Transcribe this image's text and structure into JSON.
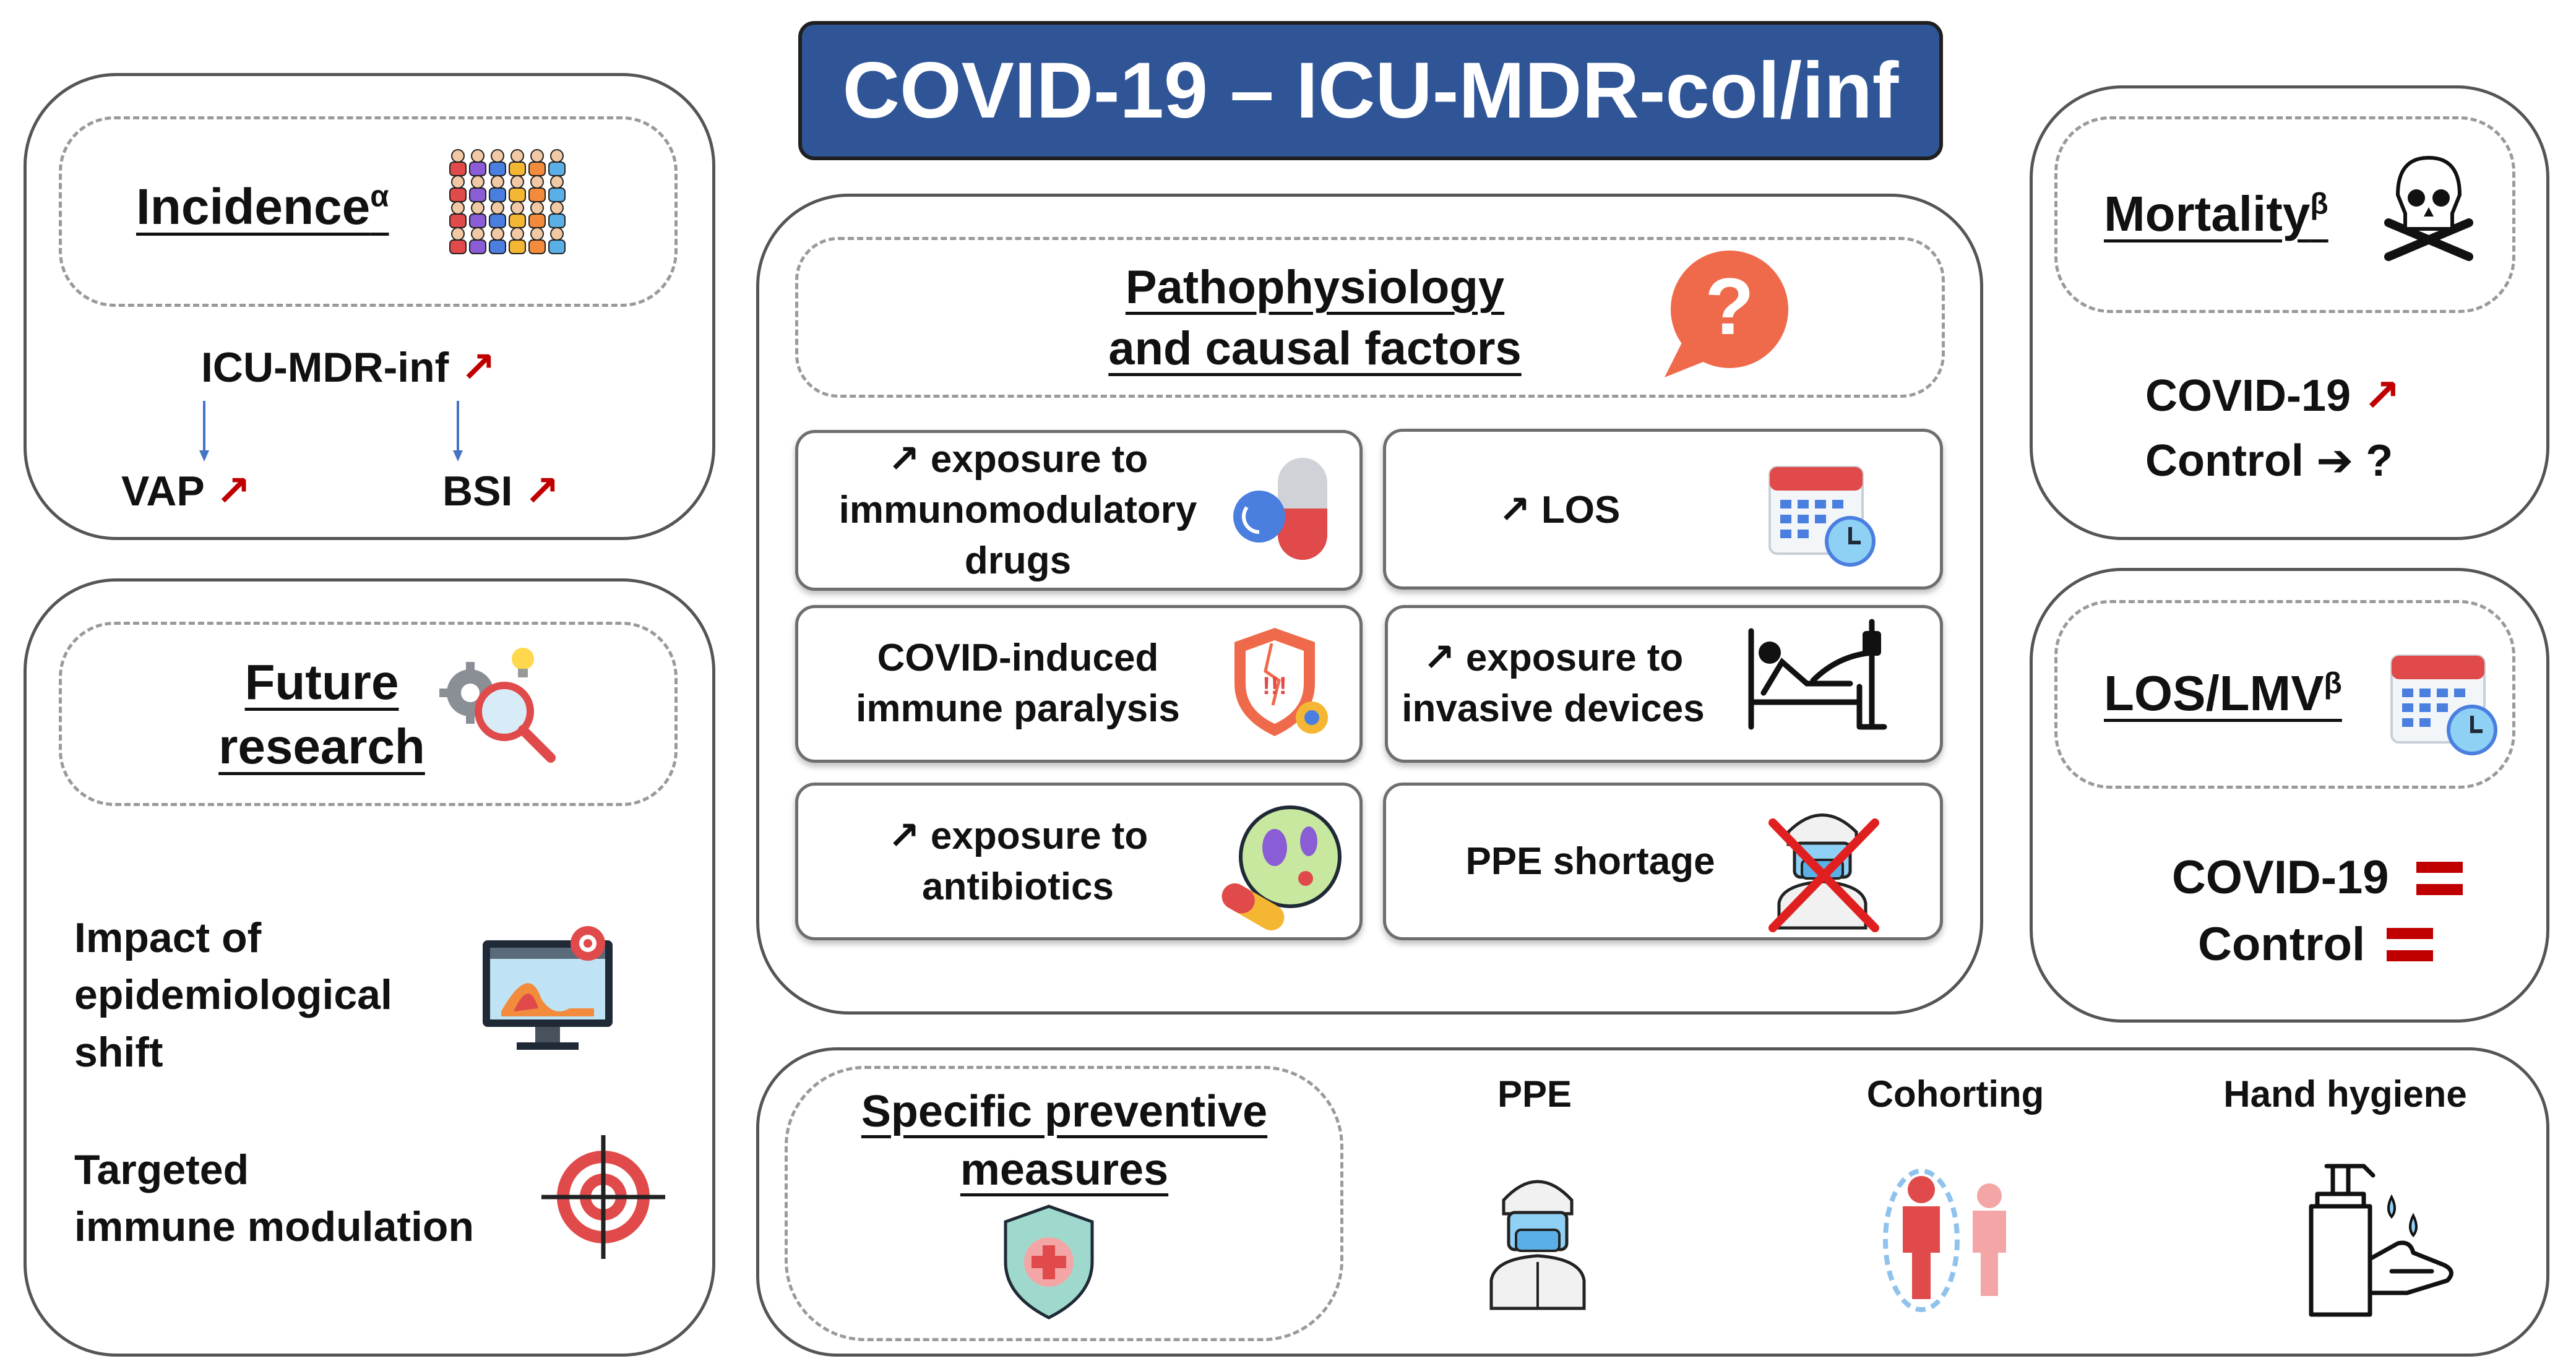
{
  "header": {
    "title": "COVID-19 – ICU-MDR-col/inf"
  },
  "incidence": {
    "title": "Incidence",
    "sup": "α",
    "main_label": "ICU-MDR-inf",
    "vap_label": "VAP",
    "bsi_label": "BSI"
  },
  "future_research": {
    "title_line1": "Future",
    "title_line2": "research",
    "item1_line1": "Impact of",
    "item1_line2": "epidemiological",
    "item1_line3": "shift",
    "item2_line1": "Targeted",
    "item2_line2": "immune modulation"
  },
  "pathophysiology": {
    "title_line1": "Pathophysiology",
    "title_line2": "and causal factors",
    "cards": [
      {
        "lines": [
          "↗ exposure to",
          "immunomodulatory",
          "drugs"
        ],
        "icon": "pill-icon"
      },
      {
        "lines": [
          "↗ LOS"
        ],
        "icon": "calendar-icon"
      },
      {
        "lines": [
          "COVID-induced",
          "immune paralysis"
        ],
        "icon": "shield-virus-icon"
      },
      {
        "lines": [
          "↗ exposure to",
          "invasive devices"
        ],
        "icon": "hospital-bed-icon"
      },
      {
        "lines": [
          "↗ exposure to",
          "antibiotics"
        ],
        "icon": "bacteria-pill-icon"
      },
      {
        "lines": [
          "PPE shortage"
        ],
        "icon": "ppe-crossed-icon"
      }
    ]
  },
  "mortality": {
    "title": "Mortality",
    "sup": "β",
    "covid_label": "COVID-19",
    "control_label": "Control",
    "control_value": "?"
  },
  "los_lmv": {
    "title": "LOS/LMV",
    "sup": "β",
    "covid_label": "COVID-19",
    "control_label": "Control"
  },
  "prevention": {
    "title_line1": "Specific preventive",
    "title_line2": "measures",
    "items": [
      "PPE",
      "Cohorting",
      "Hand hygiene"
    ]
  },
  "colors": {
    "accent_blue": "#2f5597",
    "trend_red": "#c00000"
  }
}
